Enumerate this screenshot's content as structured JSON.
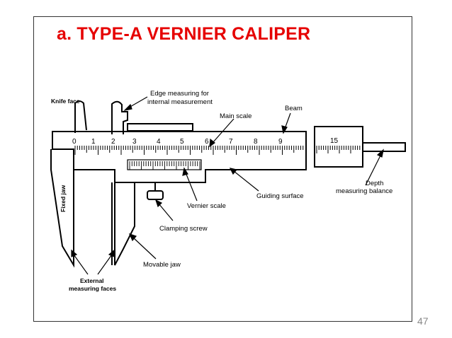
{
  "slide": {
    "title": "a. TYPE-A VERNIER CALIPER",
    "page_number": "47"
  },
  "labels": {
    "knife_face": "Knife face",
    "edge_measuring_line1": "Edge measuring for",
    "edge_measuring_line2": "internal measurement",
    "beam": "Beam",
    "main_scale": "Main scale",
    "fixed_jaw": "Fixed jaw",
    "vernier_scale": "Vernier scale",
    "guiding_surface": "Guiding surface",
    "depth_line1": "Depth",
    "depth_line2": "measuring balance",
    "clamping_screw": "Clamping screw",
    "movable_jaw": "Movable jaw",
    "external_line1": "External",
    "external_line2": "measuring faces"
  },
  "scale_numbers": [
    "0",
    "1",
    "2",
    "3",
    "4",
    "5",
    "6",
    "7",
    "8",
    "9"
  ],
  "depth_number": "15",
  "colors": {
    "title": "#e60000",
    "page_number": "#888888"
  }
}
